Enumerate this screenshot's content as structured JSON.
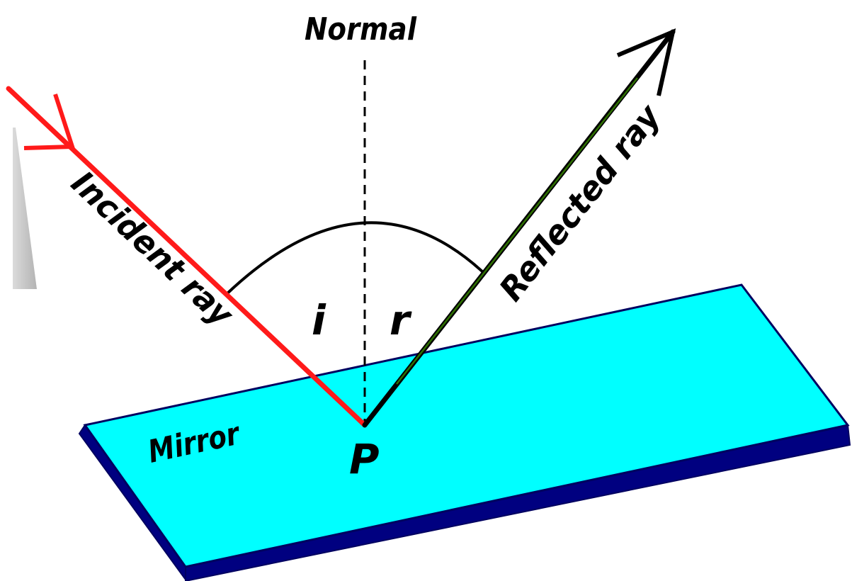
{
  "labels": {
    "normal": "Normal",
    "incident_ray": "Incident ray",
    "reflected_ray": "Reflected ray",
    "mirror": "Mirror",
    "angle_incidence": "i",
    "angle_reflection": "r",
    "point": "P"
  },
  "colors": {
    "mirror_top": "#00ffff",
    "mirror_side": "#000080",
    "mirror_edge": "#000060",
    "incident_ray": "#ff1a1a",
    "reflected_ray": "#000000",
    "reflected_highlight": "#3a8c00",
    "normal_line": "#000000",
    "angle_arc": "#000000",
    "shadow": "#b8b8b8"
  }
}
